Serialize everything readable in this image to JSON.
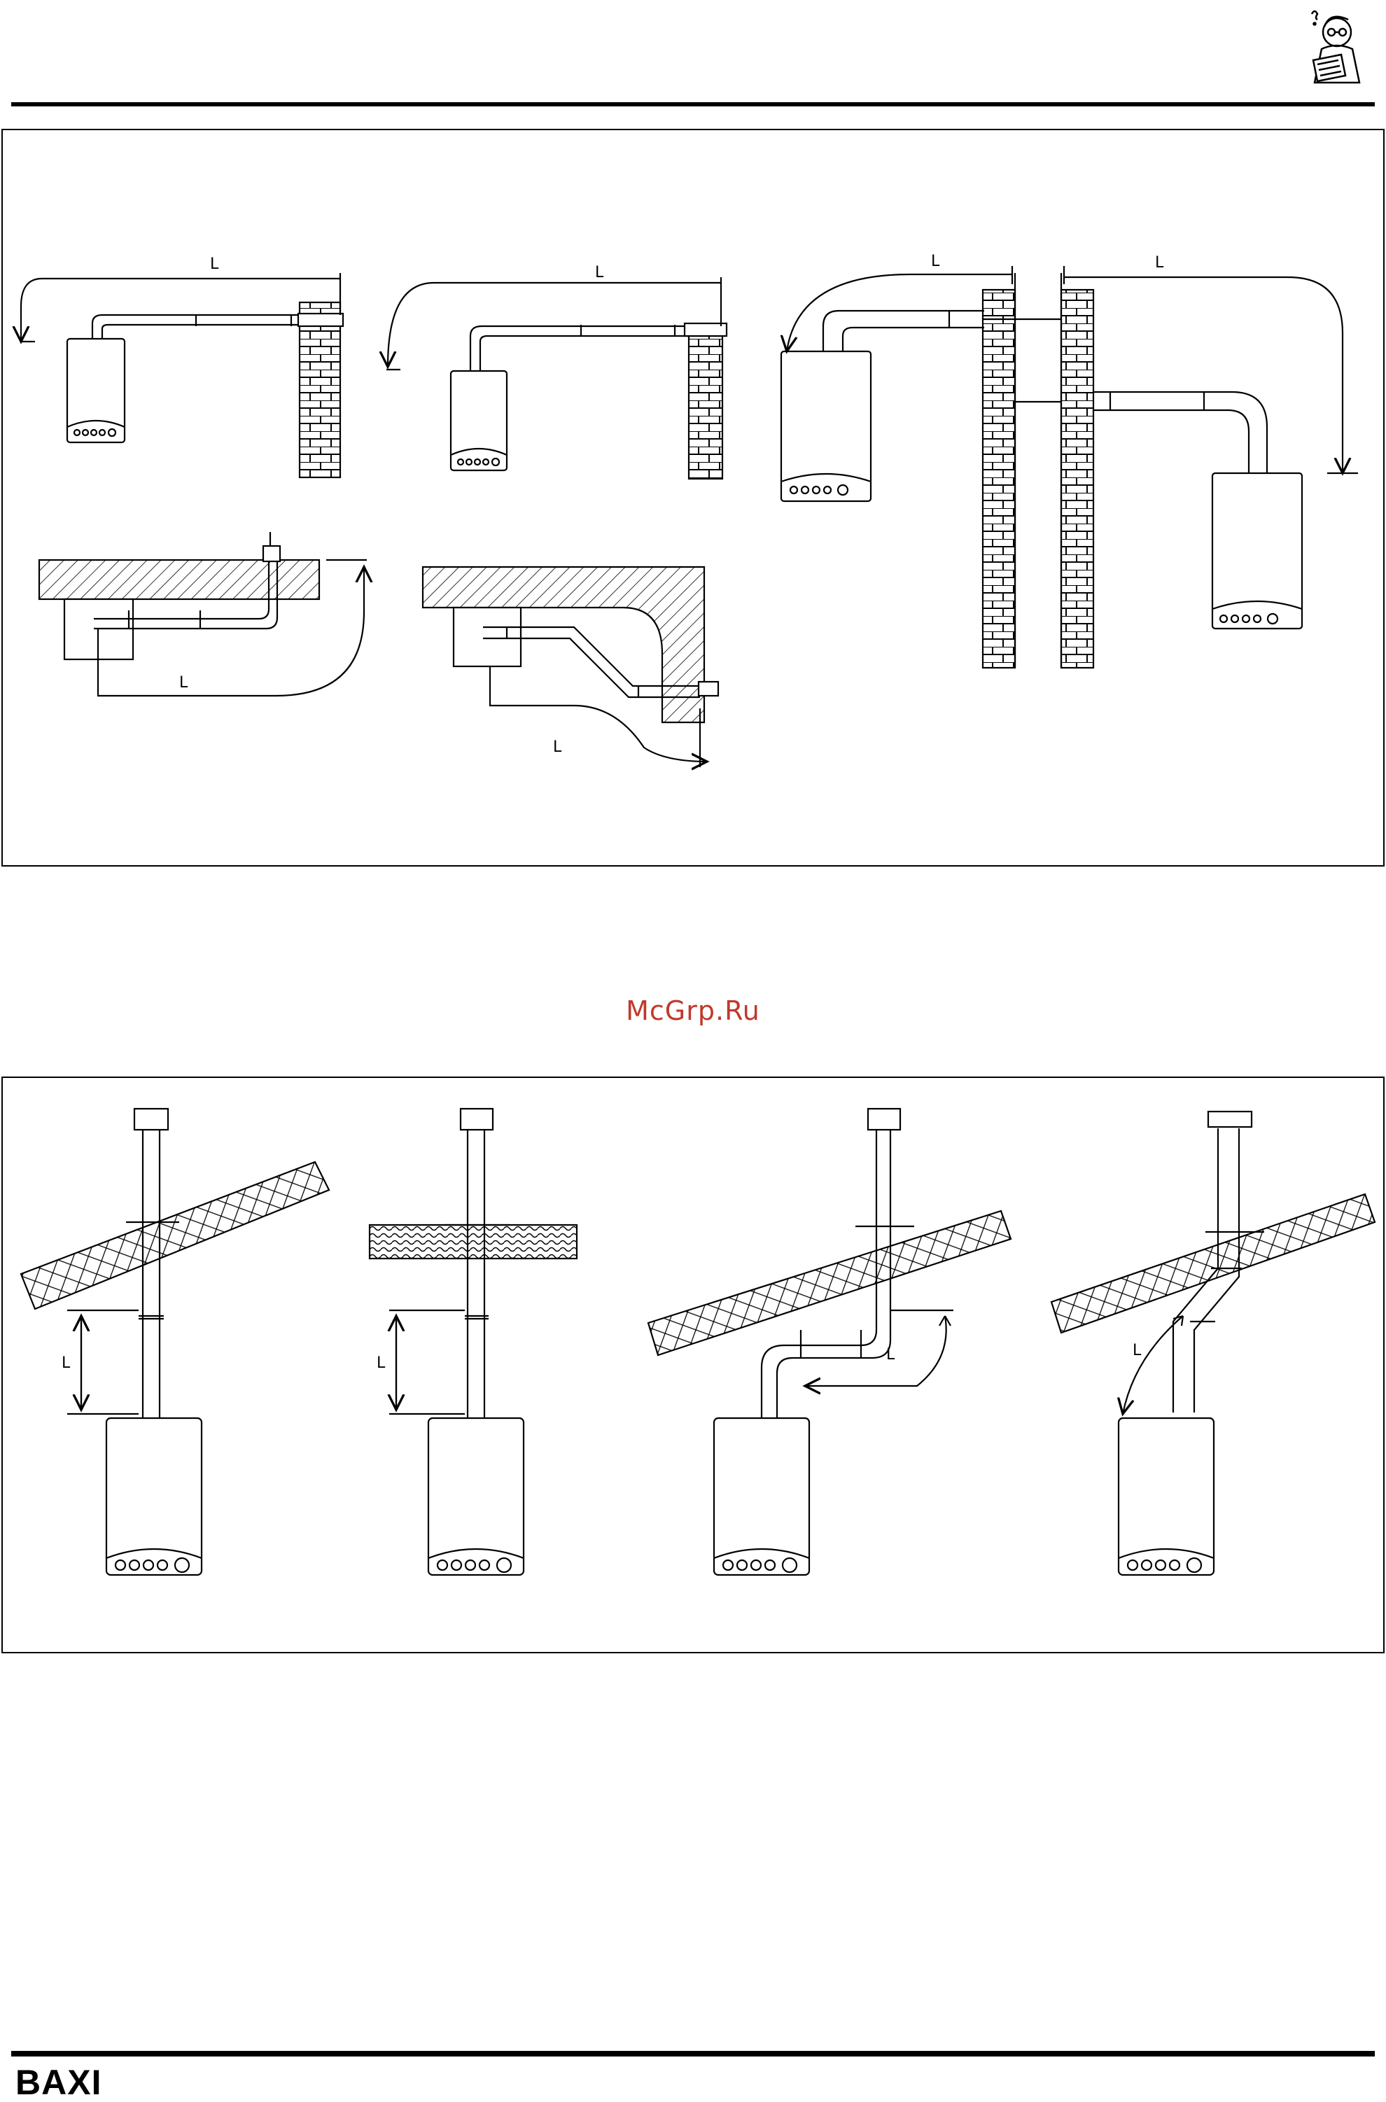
{
  "watermark": "McGrp.Ru",
  "brand": "BAXI",
  "dimension_label": "L",
  "icons": {
    "header": "reading-man-icon"
  },
  "colors": {
    "ink": "#000000",
    "watermark": "#c0392b"
  }
}
